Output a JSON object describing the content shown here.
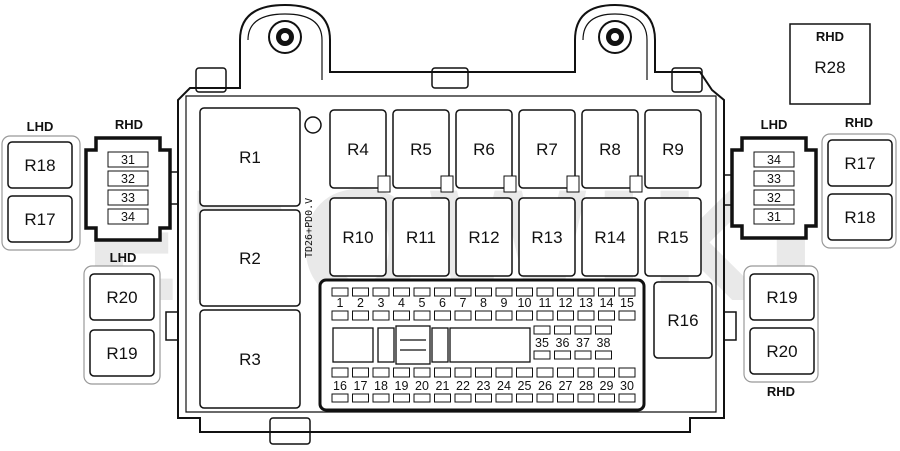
{
  "watermark": "EBOWIKI",
  "vertical_label": "TD26+PD0.V",
  "r28": {
    "header": "RHD",
    "label": "R28"
  },
  "left": {
    "lhd_header": "LHD",
    "rhd_header": "RHD",
    "relays": [
      "R18",
      "R17"
    ],
    "pins": [
      "31",
      "32",
      "33",
      "34"
    ],
    "lower_header": "LHD",
    "lower_relays": [
      "R20",
      "R19"
    ]
  },
  "right": {
    "lhd_header": "LHD",
    "rhd_header": "RHD",
    "relays": [
      "R17",
      "R18"
    ],
    "pins": [
      "34",
      "33",
      "32",
      "31"
    ],
    "lower_relays": [
      "R19",
      "R20"
    ],
    "lower_footer": "RHD"
  },
  "relays_big": [
    "R1",
    "R2",
    "R3"
  ],
  "relays_row1": [
    "R4",
    "R5",
    "R6",
    "R7",
    "R8",
    "R9"
  ],
  "relays_row2": [
    "R10",
    "R11",
    "R12",
    "R13",
    "R14",
    "R15"
  ],
  "relay_16": "R16",
  "fuses_top": [
    "1",
    "2",
    "3",
    "4",
    "5",
    "6",
    "7",
    "8",
    "9",
    "10",
    "11",
    "12",
    "13",
    "14",
    "15"
  ],
  "fuses_mid": [
    "35",
    "36",
    "37",
    "38"
  ],
  "fuses_bottom": [
    "16",
    "17",
    "18",
    "19",
    "20",
    "21",
    "22",
    "23",
    "24",
    "25",
    "26",
    "27",
    "28",
    "29",
    "30"
  ]
}
